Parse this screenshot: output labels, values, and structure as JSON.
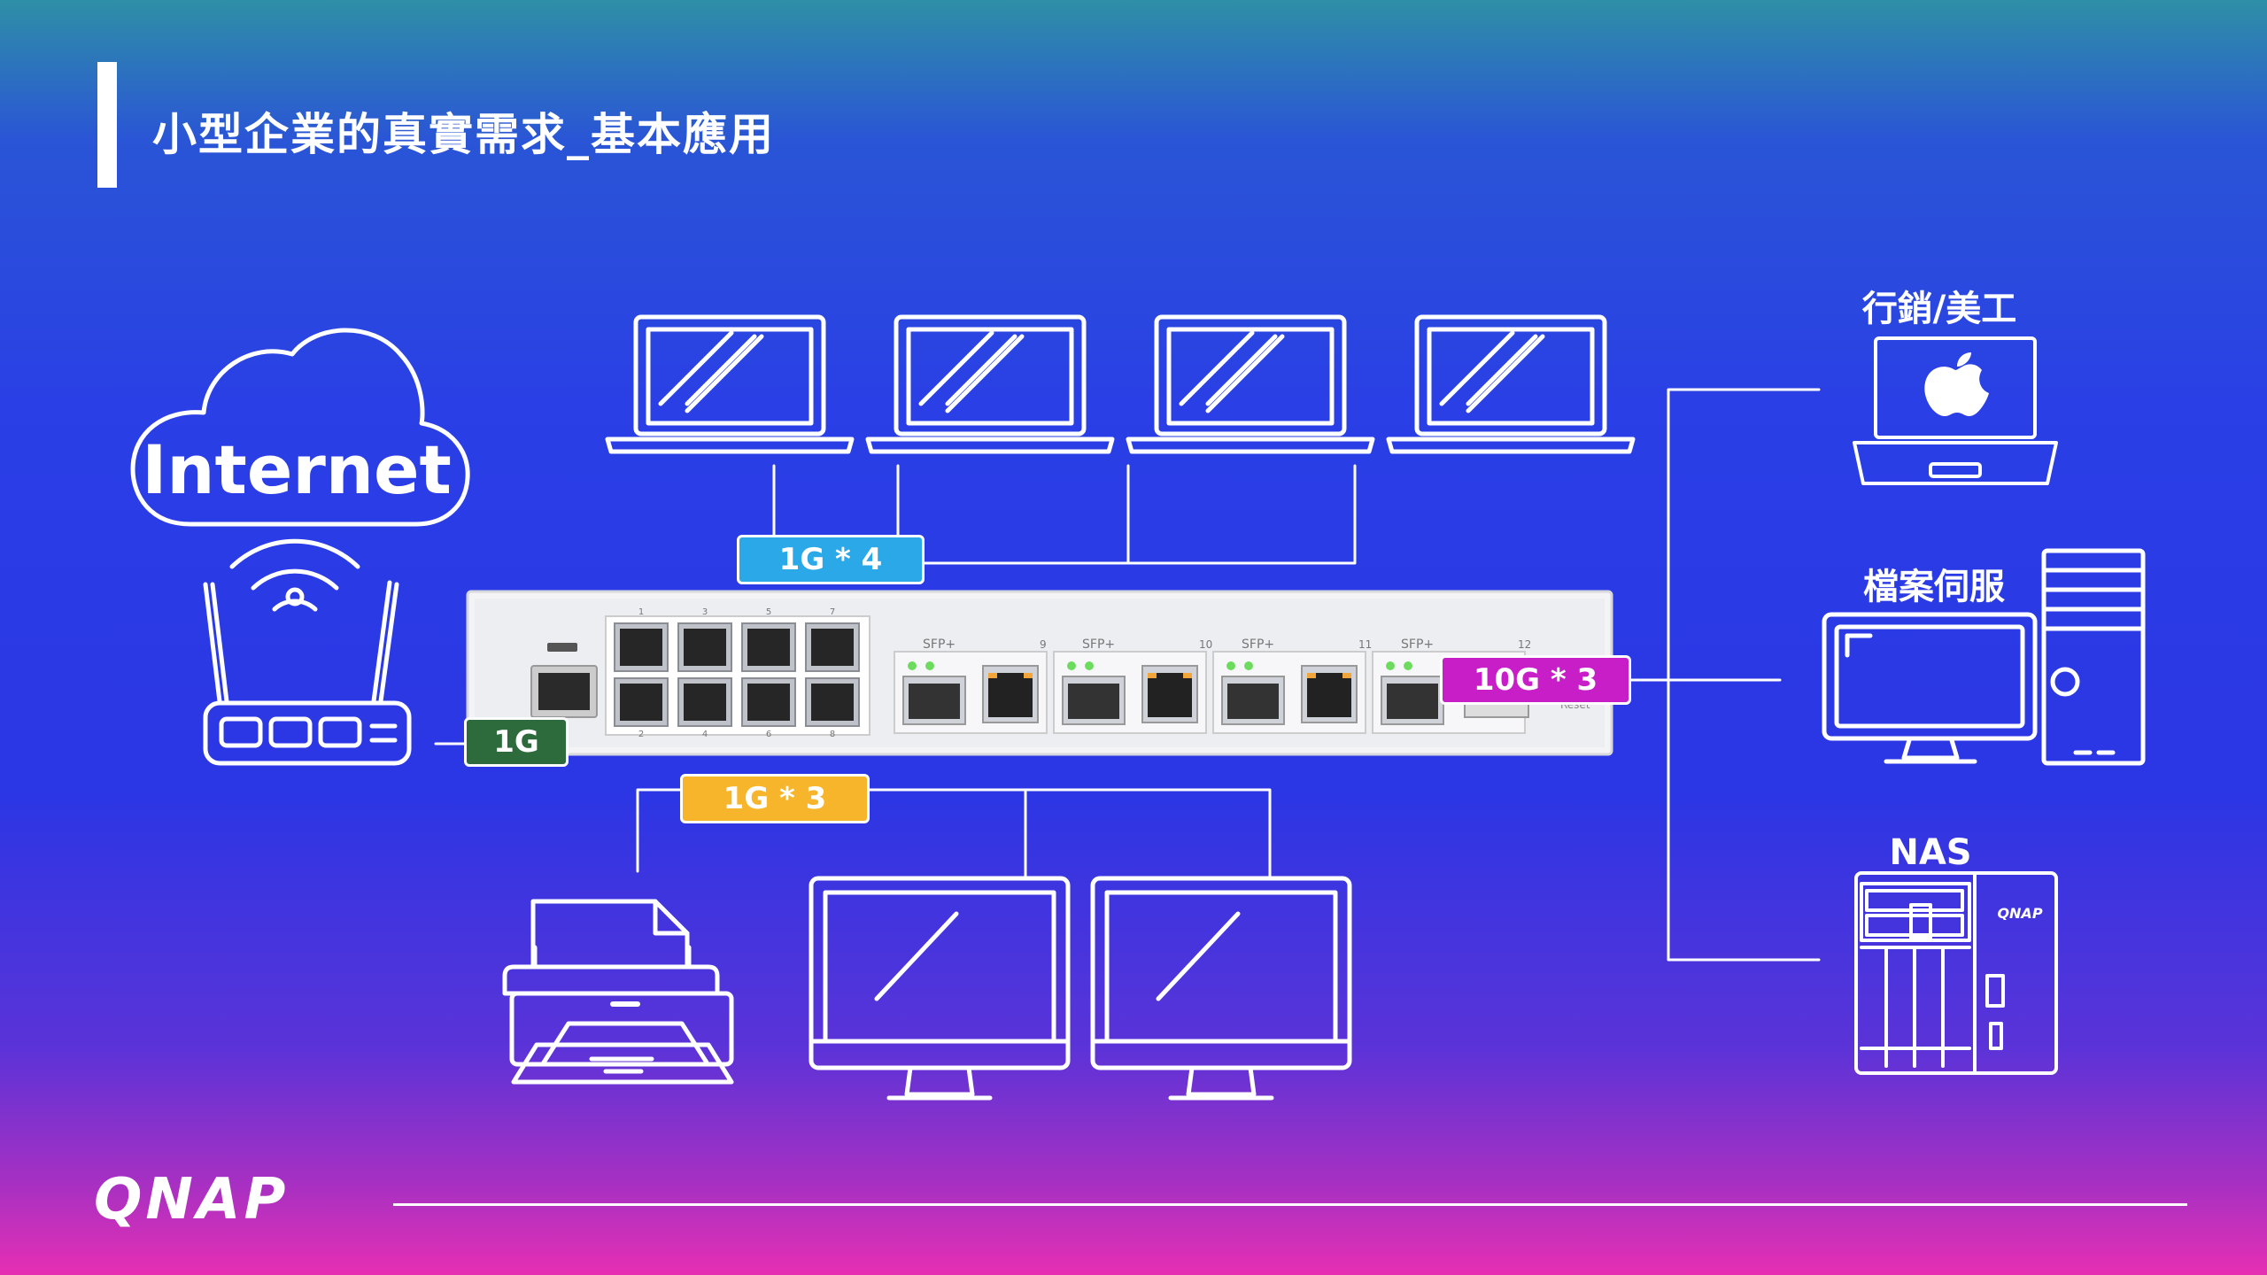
{
  "title": "小型企業的真實需求_基本應用",
  "internet_label": "Internet",
  "tags": {
    "uplink": {
      "text": "1G",
      "color": "#2e6b3c"
    },
    "top_1g": {
      "text": "1G * 4",
      "color": "#2aa8e8"
    },
    "bottom_1g": {
      "text": "1G * 3",
      "color": "#f7b52b"
    },
    "ten_g": {
      "text": "10G * 3",
      "color": "#c81ec8"
    }
  },
  "devices": {
    "mac": "行銷/美工",
    "server": "檔案伺服",
    "nas": "NAS"
  },
  "switch": {
    "sfp_labels": [
      "SFP+",
      "SFP+",
      "SFP+",
      "SFP+"
    ],
    "port_numbers_top": [
      "1",
      "3",
      "5",
      "7"
    ],
    "port_numbers_bottom": [
      "2",
      "4",
      "6",
      "8"
    ],
    "sfp_numbers": [
      "9",
      "10",
      "11",
      "12"
    ],
    "reset_label": "Reset"
  },
  "nas_brand": "QNAP",
  "logo": "QNAP"
}
